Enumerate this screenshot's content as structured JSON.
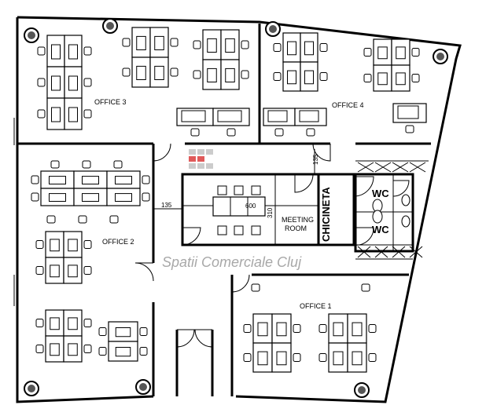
{
  "plan": {
    "rooms": {
      "office_1": "OFFICE 1",
      "office_2": "OFFICE 2",
      "office_3": "OFFICE 3",
      "office_4": "OFFICE 4",
      "meeting_line1": "MEETING",
      "meeting_line2": "ROOM",
      "kitchen": "CHICINETA",
      "wc_1": "WC",
      "wc_2": "WC"
    },
    "dimensions": {
      "corridor_width_top": "135",
      "corridor_width_left": "135",
      "meeting_length": "600",
      "meeting_width": "310"
    },
    "watermark": "Spatii Comerciale Cluj",
    "colors": {
      "wall": "#000000",
      "watermark_red": "#e05a5a",
      "watermark_gray": "#bbbbbb"
    }
  }
}
